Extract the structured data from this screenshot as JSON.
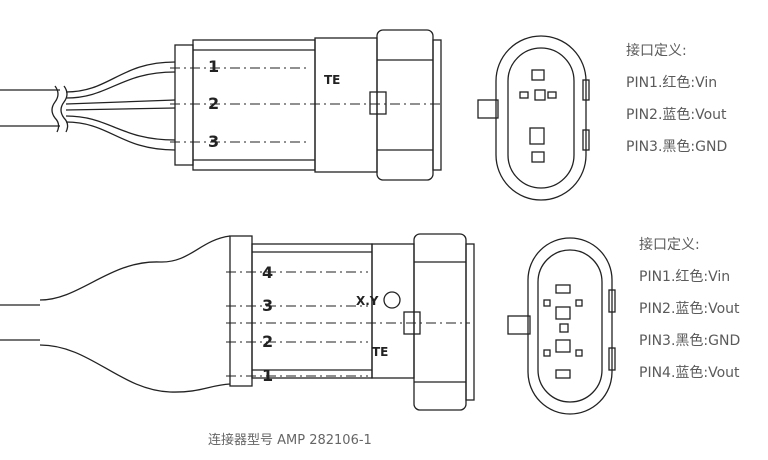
{
  "connector_top": {
    "pin_numbers": [
      "1",
      "2",
      "3"
    ],
    "legend_title": "接口定义:",
    "pins": [
      "PIN1.红色:Vin",
      "PIN2.蓝色:Vout",
      "PIN3.黑色:GND"
    ]
  },
  "connector_bottom": {
    "pin_numbers": [
      "4",
      "3",
      "2",
      "1"
    ],
    "mark": "X.Y",
    "legend_title": "接口定义:",
    "pins": [
      "PIN1.红色:Vin",
      "PIN2.蓝色:Vout",
      "PIN3.黑色:GND",
      "PIN4.蓝色:Vout"
    ]
  },
  "logo_text": "TE",
  "caption": "连接器型号 AMP 282106-1",
  "colors": {
    "stroke": "#222222",
    "text": "#5a5a5a"
  }
}
